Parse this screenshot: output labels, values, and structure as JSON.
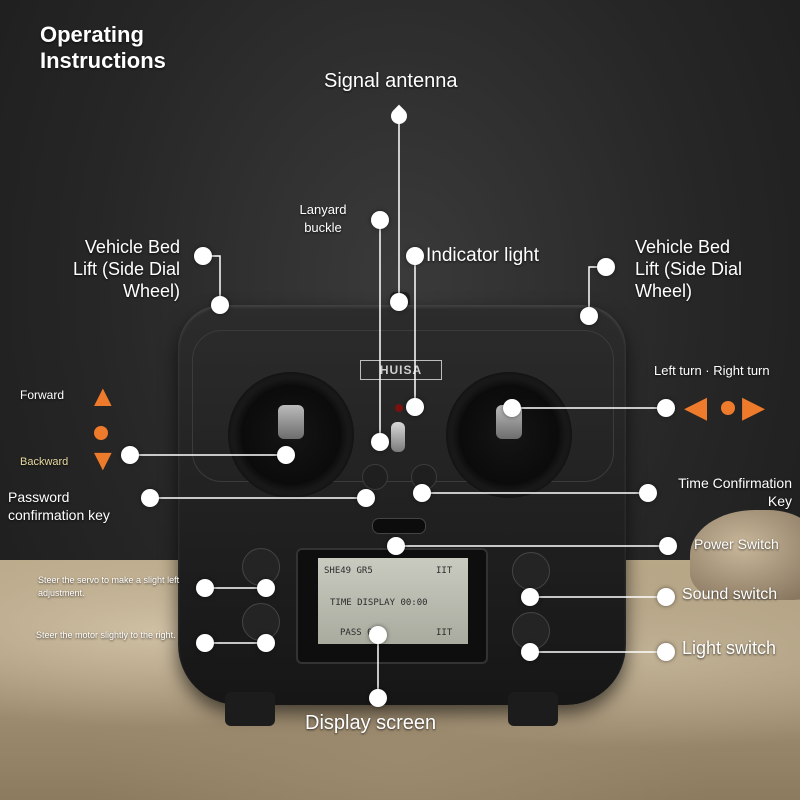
{
  "title": "Operating Instructions",
  "labels": {
    "signal_antenna": "Signal antenna",
    "lanyard_buckle": "Lanyard buckle",
    "indicator_light": "Indicator light",
    "vehicle_bed_left": "Vehicle Bed Lift (Side Dial Wheel)",
    "vehicle_bed_right": "Vehicle Bed Lift (Side Dial Wheel)",
    "forward": "Forward",
    "backward": "Backward",
    "turn": "Left turn · Right turn",
    "password_key": "Password confirmation key",
    "time_key": "Time Confirmation Key",
    "power_switch": "Power Switch",
    "sound_switch": "Sound switch",
    "light_switch": "Light switch",
    "steer_servo": "Steer the servo to make a slight left adjustment.",
    "steer_motor": "Steer the motor slightly to the right.",
    "display_screen": "Display screen"
  },
  "device": {
    "brand": "HUISA",
    "lcd_line1": "SHE49 GR5",
    "lcd_line1_right": "IIT",
    "lcd_line2": "TIME DISPLAY 00:00",
    "lcd_line3": "PASS 00",
    "lcd_line3_right": "IIT"
  },
  "colors": {
    "accent": "#ee7a2c",
    "label": "#ffffff"
  }
}
